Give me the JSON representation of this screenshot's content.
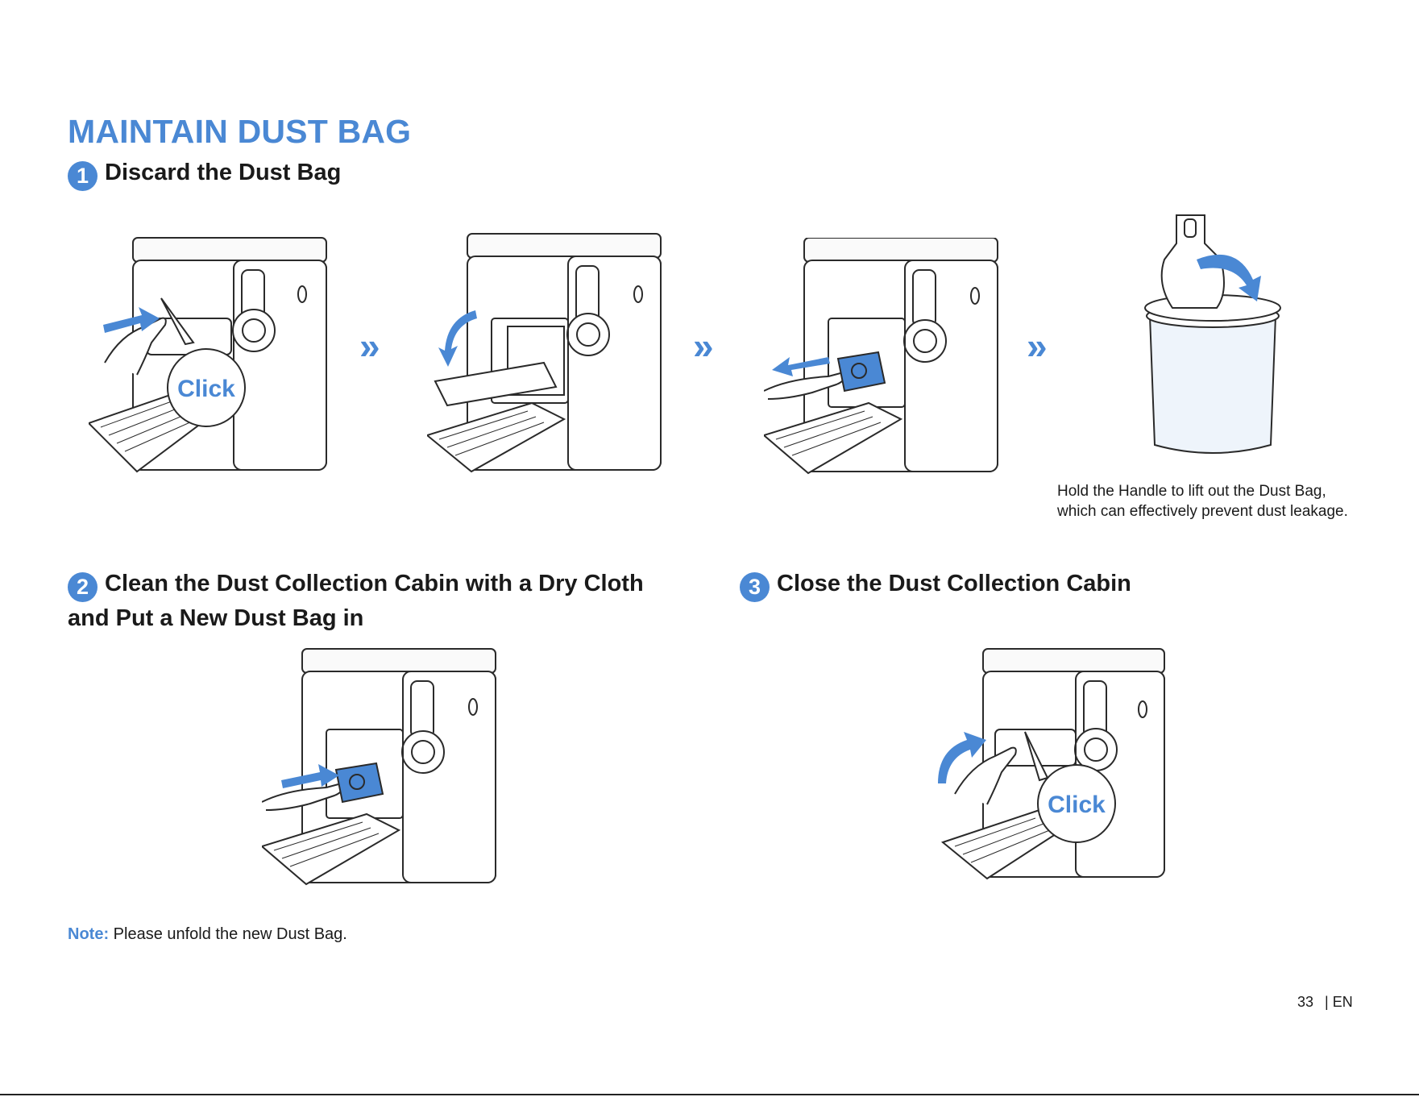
{
  "title": "MAINTAIN DUST BAG",
  "steps": [
    {
      "number": "1",
      "heading": "Discard the Dust Bag"
    },
    {
      "number": "2",
      "heading_line1": "Clean the Dust Collection Cabin with a Dry Cloth",
      "heading_line2": "and Put a New Dust Bag in"
    },
    {
      "number": "3",
      "heading": "Close the Dust Collection Cabin"
    }
  ],
  "callout_label": "Click",
  "arrow_glyph": "»",
  "caption": "Hold the Handle to lift out the Dust Bag, which can effectively prevent dust leakage.",
  "note": {
    "label": "Note:",
    "text": " Please unfold the new Dust Bag."
  },
  "footer": {
    "page_number": "33",
    "lang": "| EN"
  },
  "colors": {
    "accent": "#4a88d4",
    "line": "#2a2a2a"
  }
}
